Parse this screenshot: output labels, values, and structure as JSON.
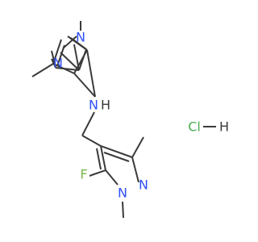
{
  "molecule": {
    "atoms": {
      "n_top_1": "N",
      "n_top_2": "N",
      "n_link": "N",
      "h_link": "H",
      "fluorine": "F",
      "n_bottom_1": "N",
      "n_bottom_2": "N"
    },
    "salt": {
      "chlorine": "Cl",
      "hydrogen": "H"
    }
  },
  "colors": {
    "bond": "#3a3a3a",
    "nitrogen": "#3050f8",
    "carbon": "#3a3a3a",
    "fluorine": "#7ab84a",
    "chlorine": "#4caf50"
  }
}
